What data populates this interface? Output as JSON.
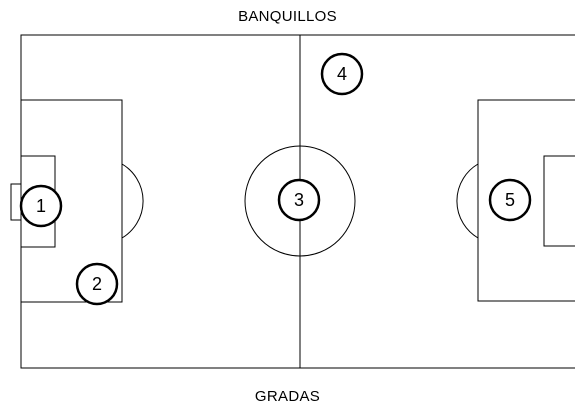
{
  "labels": {
    "top": "BANQUILLOS",
    "bottom": "GRADAS"
  },
  "markers": [
    {
      "number": "1"
    },
    {
      "number": "2"
    },
    {
      "number": "3"
    },
    {
      "number": "4"
    },
    {
      "number": "5"
    }
  ]
}
